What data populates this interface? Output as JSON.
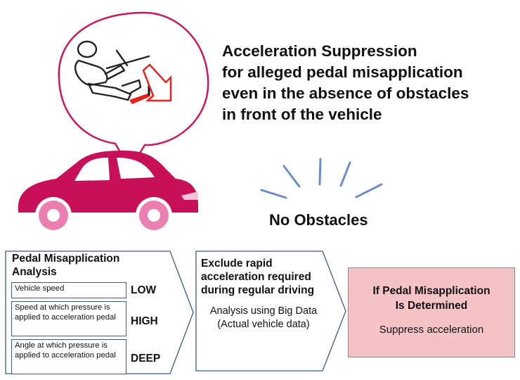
{
  "headline": {
    "lines": [
      "Acceleration Suppression",
      "for alleged pedal misapplication",
      "even in the absence of obstacles",
      "in front of the vehicle"
    ]
  },
  "scene": {
    "no_obstacles_label": "No Obstacles",
    "car_color": "#c8105a",
    "wheel_color": "#ec7fb2",
    "arrow_color": "#e8231b"
  },
  "analysis": {
    "title_line1": "Pedal Misapplication",
    "title_line2": "Analysis",
    "criteria": [
      {
        "label": "Vehicle speed",
        "level": "LOW"
      },
      {
        "label": "Speed at which pressure is applied to acceleration pedal",
        "level": "HIGH"
      },
      {
        "label": "Angle at which pressure is applied to acceleration pedal",
        "level": "DEEP"
      }
    ]
  },
  "exclude": {
    "title": "Exclude rapid acceleration required during regular driving",
    "body_line1": "Analysis using Big Data",
    "body_line2": "(Actual vehicle data)"
  },
  "result": {
    "title_line1": "If Pedal Misapplication",
    "title_line2": "Is Determined",
    "action": "Suppress acceleration"
  }
}
